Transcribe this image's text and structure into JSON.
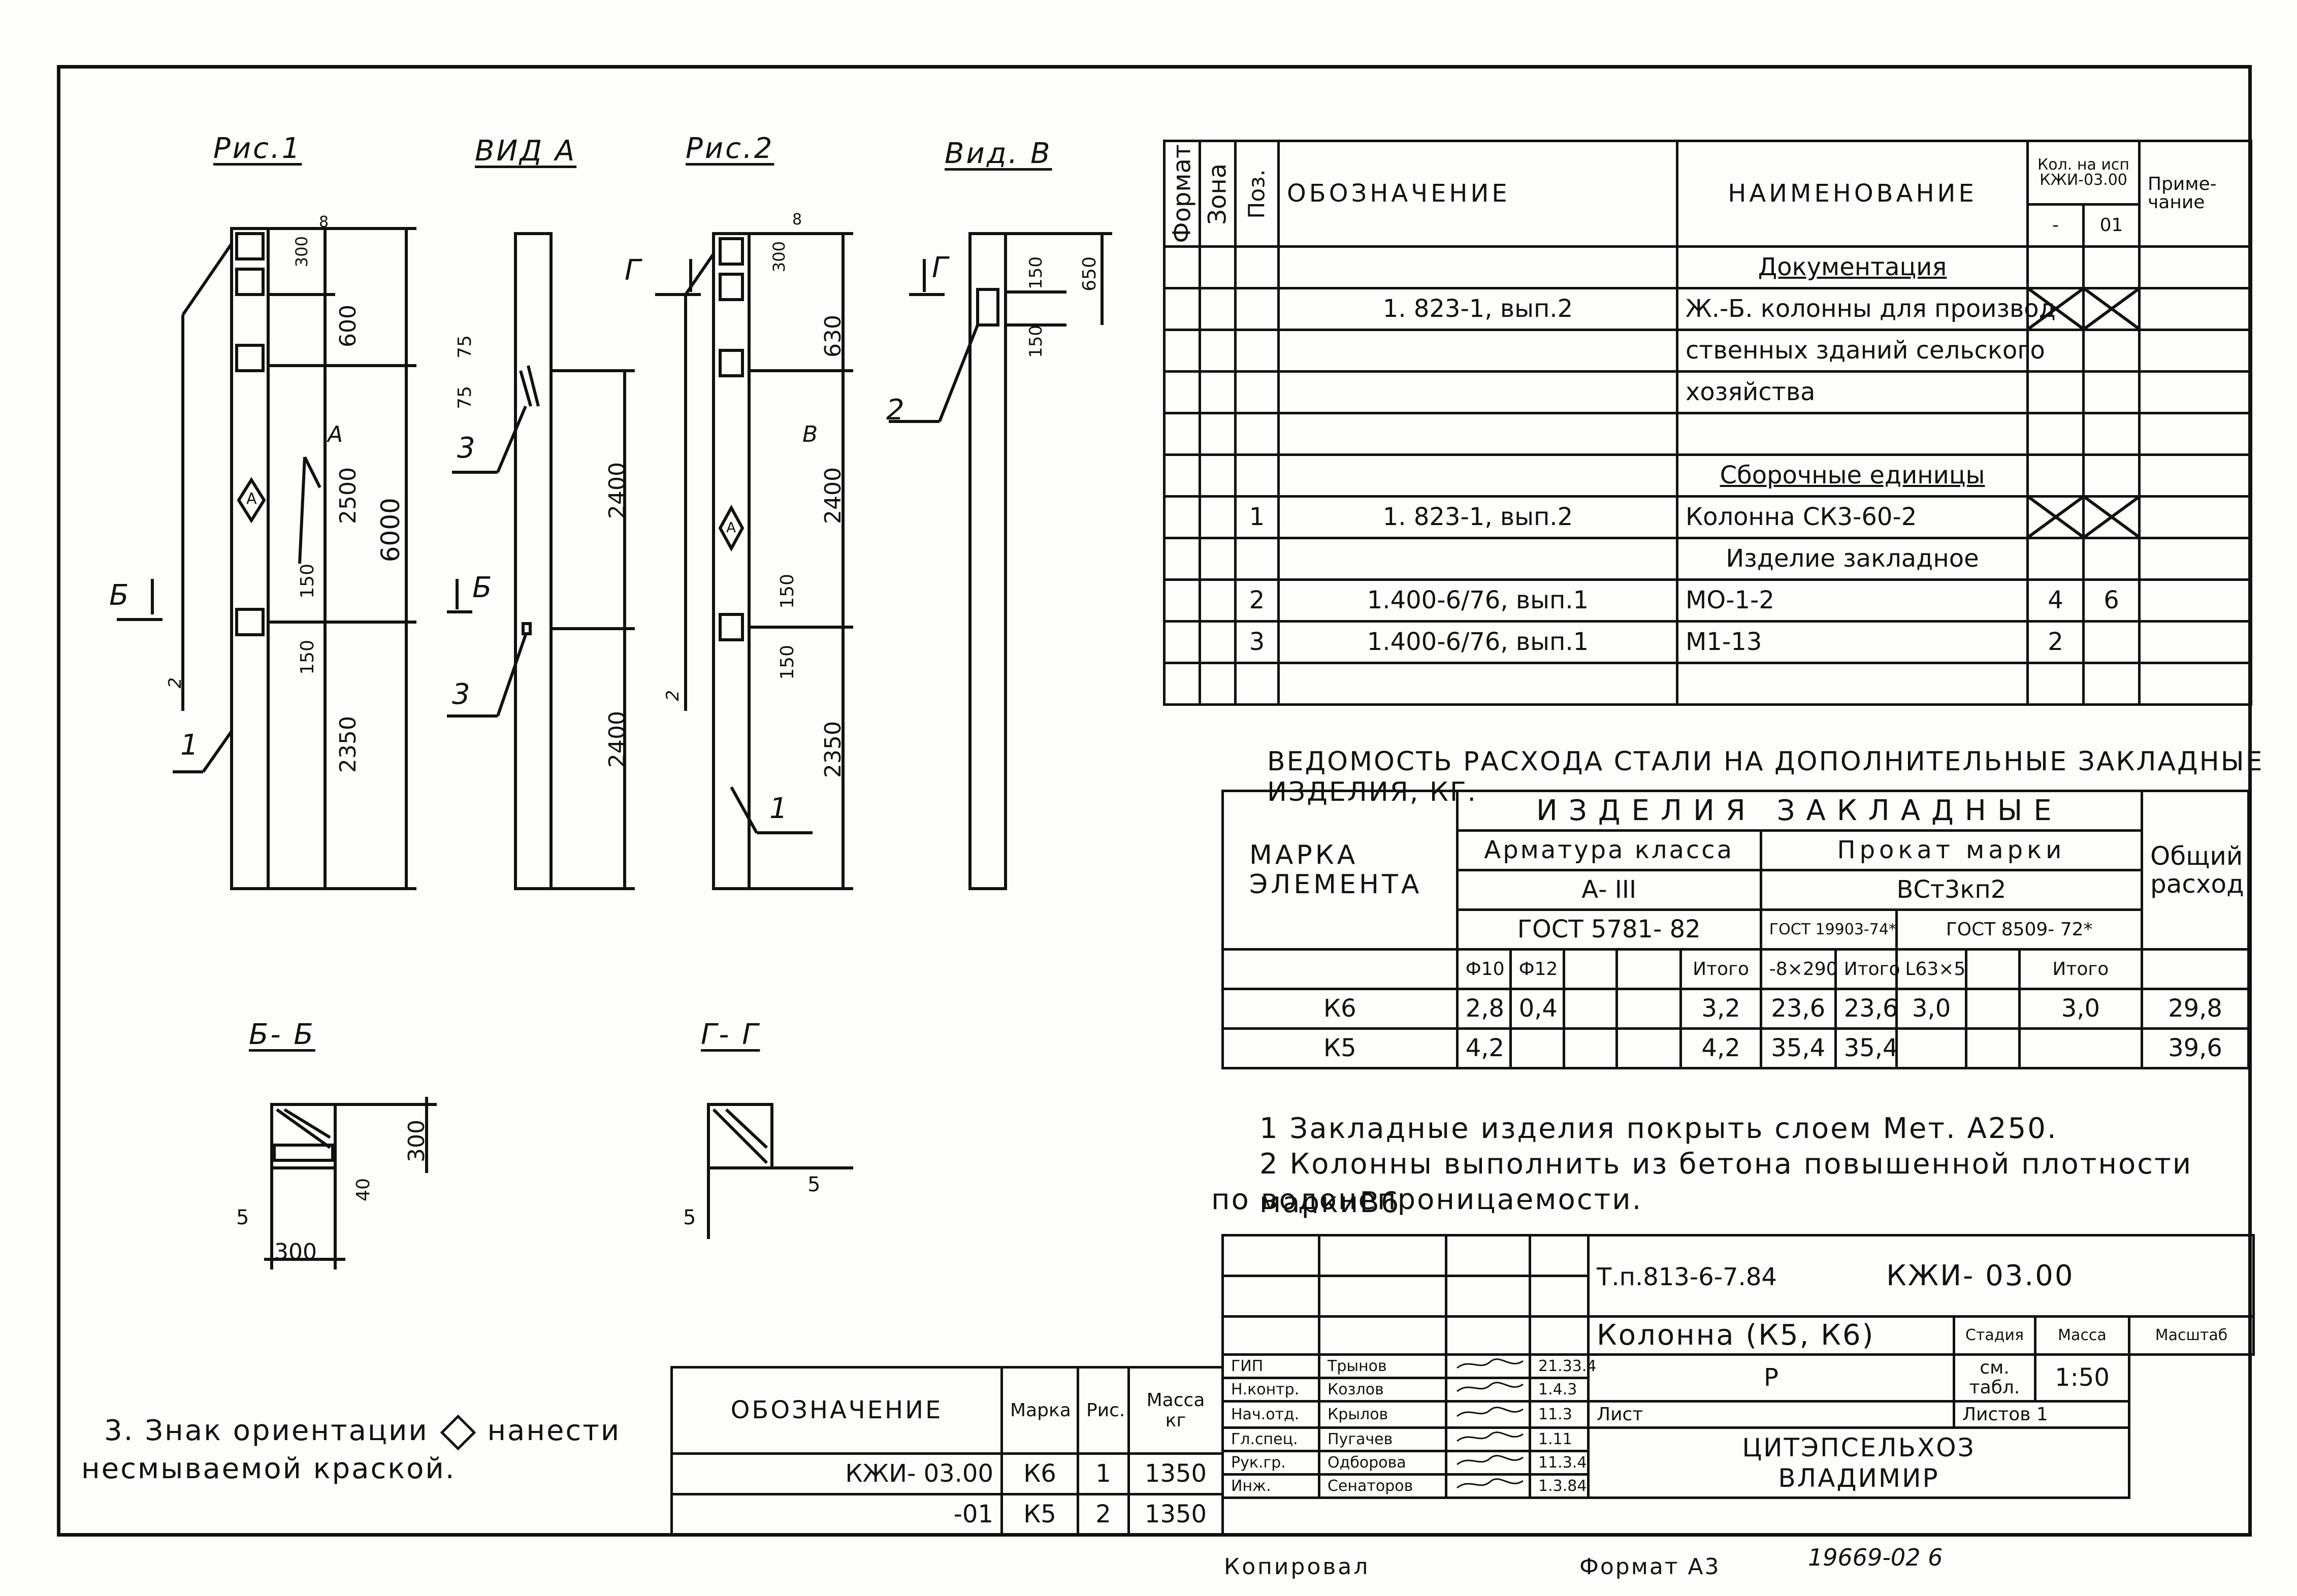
{
  "drawings": {
    "fig1": "Рис.1",
    "view_a": "ВИД А",
    "fig2": "Рис.2",
    "view_v": "Вид. В",
    "section_bb": "Б- Б",
    "section_gg": "Г- Г",
    "arrow_b": "Б",
    "arrow_g": "Г",
    "mark_a": "А",
    "mark_v": "В",
    "fig1_dims": [
      "300",
      "8",
      "600",
      "2500",
      "6000",
      "150",
      "150",
      "2350"
    ],
    "viewa_dims": [
      "75",
      "75",
      "2400",
      "2400"
    ],
    "fig2_dims": [
      "300",
      "8",
      "630",
      "2400",
      "150",
      "150",
      "2350"
    ],
    "viewv_dims": [
      "150",
      "650",
      "150"
    ],
    "bb_dims": [
      "300",
      "40",
      "5",
      "300"
    ],
    "gg_dims": [
      "5",
      "5"
    ],
    "leaders": [
      "1",
      "2",
      "3",
      "3",
      "2",
      "1",
      "2"
    ]
  },
  "spec": {
    "headers": {
      "format": "Формат",
      "zone": "Зона",
      "pos": "Поз.",
      "designation": "ОБОЗНАЧЕНИЕ",
      "name": "НАИМЕНОВАНИЕ",
      "qty": "Кол. на исп КЖИ-03.00",
      "qty_a": "-",
      "qty_b": "01",
      "note": "Приме-чание"
    },
    "rows": [
      {
        "pos": "",
        "designation": "",
        "name": "Документация",
        "q1": "",
        "q2": "",
        "type": "section"
      },
      {
        "pos": "",
        "designation": "1. 823-1, вып.2",
        "name": "Ж.-Б. колонны для производ",
        "q1": "X",
        "q2": "X",
        "type": "item"
      },
      {
        "pos": "",
        "designation": "",
        "name": "ственных зданий сельского",
        "q1": "",
        "q2": "",
        "type": "item"
      },
      {
        "pos": "",
        "designation": "",
        "name": "хозяйства",
        "q1": "",
        "q2": "",
        "type": "item"
      },
      {
        "pos": "",
        "designation": "",
        "name": "",
        "q1": "",
        "q2": "",
        "type": "item"
      },
      {
        "pos": "",
        "designation": "",
        "name": "Сборочные единицы",
        "q1": "",
        "q2": "",
        "type": "section"
      },
      {
        "pos": "1",
        "designation": "1. 823-1, вып.2",
        "name": "Колонна СК3-60-2",
        "q1": "X",
        "q2": "X",
        "type": "item"
      },
      {
        "pos": "",
        "designation": "",
        "name": "Изделие закладное",
        "q1": "",
        "q2": "",
        "type": "center"
      },
      {
        "pos": "2",
        "designation": "1.400-6/76, вып.1",
        "name": "МО-1-2",
        "q1": "4",
        "q2": "6",
        "type": "item"
      },
      {
        "pos": "3",
        "designation": "1.400-6/76, вып.1",
        "name": "М1-13",
        "q1": "2",
        "q2": "",
        "type": "item"
      },
      {
        "pos": "",
        "designation": "",
        "name": "",
        "q1": "",
        "q2": "",
        "type": "item"
      }
    ]
  },
  "steel": {
    "title": "ВЕДОМОСТЬ РАСХОДА СТАЛИ НА ДОПОЛНИТЕЛЬНЫЕ ЗАКЛАДНЫЕ ИЗДЕЛИЯ, КГ.",
    "h_mark": "МАРКА ЭЛЕМЕНТА",
    "h_items": "ИЗДЕЛИЯ ЗАКЛАДНЫЕ",
    "h_total": "Общий расход",
    "h_arm": "Арматура класса",
    "h_arm_class": "А- III",
    "h_arm_gost": "ГОСТ 5781- 82",
    "h_rolled": "Прокат марки",
    "h_rolled_grade": "ВСт3кп2",
    "h_gost1": "ГОСТ 19903-74*",
    "h_gost2": "ГОСТ 8509- 72*",
    "cols": [
      "Ф10",
      "Ф12",
      "",
      "",
      "Итого",
      "-8×290",
      "Итого",
      "L63×5",
      "",
      "Итого"
    ],
    "rows": [
      {
        "mark": "К6",
        "c": [
          "2,8",
          "0,4",
          "",
          "",
          "3,2",
          "23,6",
          "23,6",
          "3,0",
          "",
          "3,0"
        ],
        "total": "29,8"
      },
      {
        "mark": "К5",
        "c": [
          "4,2",
          "",
          "",
          "",
          "4,2",
          "35,4",
          "35,4",
          "",
          "",
          ""
        ],
        "total": "39,6"
      }
    ]
  },
  "notes": {
    "n1": "1 Закладные изделия покрыть слоем Мет. А250.",
    "n2a": "2 Колонны выполнить из бетона повышенной плотности маркиВ6",
    "n2b": "по водонепроницаемости.",
    "n3a": "3. Знак ориентации",
    "n3b": "нанести",
    "n3c": "несмываемой краской."
  },
  "marks_table": {
    "h_designation": "ОБОЗНАЧЕНИЕ",
    "h_mark": "Марка",
    "h_fig": "Рис.",
    "h_mass": "Масса кг",
    "rows": [
      {
        "designation": "КЖИ- 03.00",
        "mark": "К6",
        "fig": "1",
        "mass": "1350"
      },
      {
        "designation": "-01",
        "mark": "К5",
        "fig": "2",
        "mass": "1350"
      }
    ]
  },
  "stamp": {
    "project": "Т.п.813-6-7.84",
    "code": "КЖИ- 03.00",
    "title": "Колонна (К5, К6)",
    "h_stage": "Стадия",
    "h_mass": "Масса",
    "h_scale": "Масштаб",
    "stage": "Р",
    "mass": "см. табл.",
    "scale": "1:50",
    "sheet": "Лист",
    "sheets": "Листов 1",
    "org1": "ЦИТЭПСЕЛЬХОЗ",
    "org2": "ВЛАДИМИР",
    "people": [
      {
        "role": "ГИП",
        "name": "Трынов",
        "date": "21.33.4"
      },
      {
        "role": "Н.контр.",
        "name": "Козлов",
        "date": "1.4.3"
      },
      {
        "role": "Нач.отд.",
        "name": "Крылов",
        "date": "11.3"
      },
      {
        "role": "Гл.спец.",
        "name": "Пугачев",
        "date": "1.11"
      },
      {
        "role": "Рук.гр.",
        "name": "Одборова",
        "date": "11.3.4"
      },
      {
        "role": "Инж.",
        "name": "Сенаторов",
        "date": "1.3.84"
      }
    ]
  },
  "footer": {
    "copied": "Копировал",
    "format": "Формат А3",
    "inv": "19669-02 6"
  }
}
